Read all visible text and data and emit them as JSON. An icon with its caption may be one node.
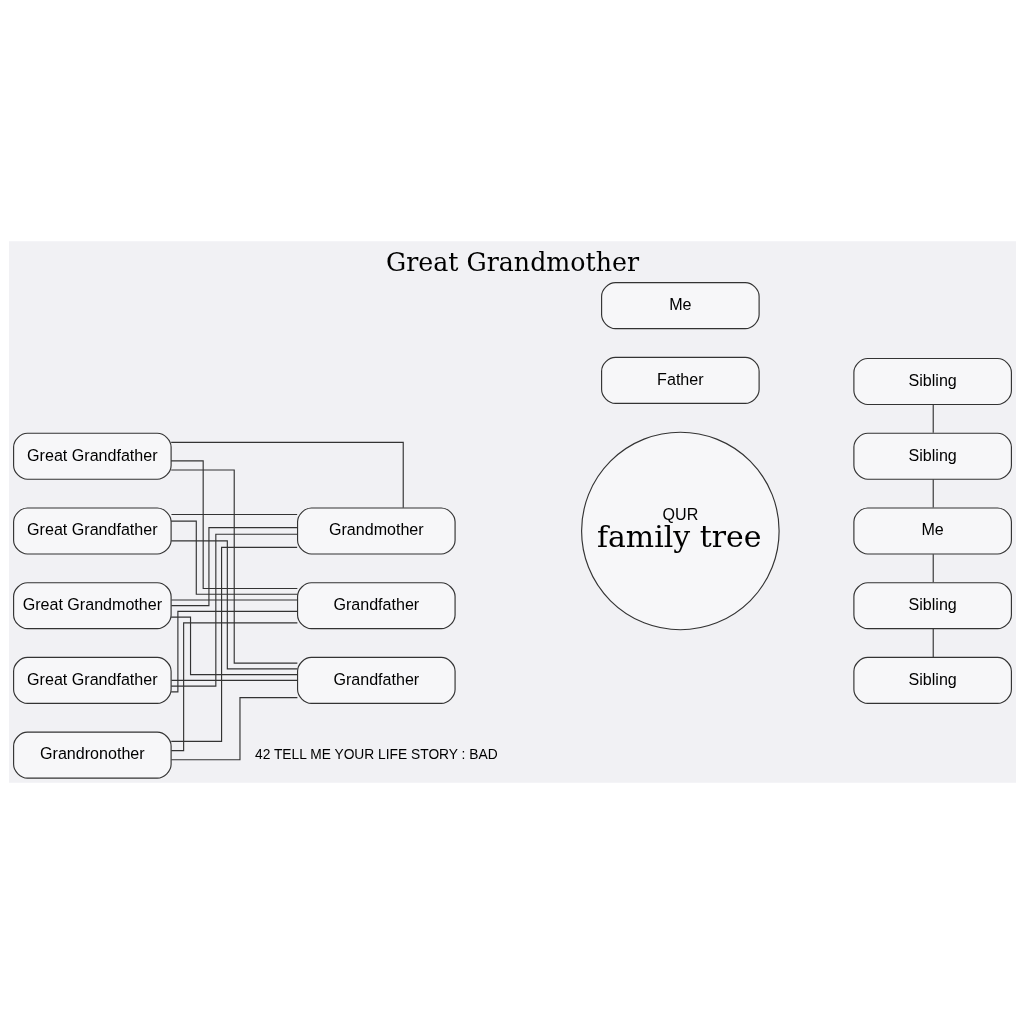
{
  "diagram": {
    "title": "Great Grandmother",
    "nodes": [
      {
        "text": [
          "Great Grandfather"
        ]
      },
      {
        "text": [
          "Great Grandfather"
        ]
      },
      {
        "text": [
          "Great Grandfather"
        ]
      },
      {
        "text": [
          "Great Grandmother"
        ]
      },
      {
        "text": [
          "Grandronother"
        ]
      },
      {
        "text": [
          "Grandfather"
        ]
      },
      {
        "text": [
          "Grandmother"
        ]
      },
      {
        "text": [
          "Grandfather"
        ]
      },
      {
        "text": [
          "Father"
        ]
      },
      {
        "text": [
          "QUR",
          "family tree"
        ]
      },
      {
        "text": [
          "Me"
        ]
      },
      {
        "text": [
          "Sibling"
        ]
      },
      {
        "text": [
          "Sibling"
        ]
      },
      {
        "text": [
          "Me"
        ]
      },
      {
        "text": [
          "Sibling"
        ]
      },
      {
        "text": [
          "Sibling"
        ]
      }
    ],
    "edges": [
      {
        "from": 0,
        "to": 5,
        "arrow": "none"
      },
      {
        "from": 0,
        "to": 6,
        "arrow": "none"
      },
      {
        "from": 0,
        "to": 7,
        "arrow": "none"
      },
      {
        "from": 1,
        "to": 5,
        "arrow": "none"
      },
      {
        "from": 1,
        "to": 6,
        "arrow": "none"
      },
      {
        "from": 1,
        "to": 7,
        "arrow": "none"
      },
      {
        "from": 2,
        "to": 5,
        "arrow": "none"
      },
      {
        "from": 2,
        "to": 6,
        "arrow": "none"
      },
      {
        "from": 2,
        "to": 7,
        "arrow": "none"
      },
      {
        "from": 3,
        "to": 5,
        "arrow": "none"
      },
      {
        "from": 3,
        "to": 6,
        "arrow": "none"
      },
      {
        "from": 3,
        "to": 7,
        "arrow": "none"
      },
      {
        "from": 4,
        "to": 5,
        "arrow": "none"
      },
      {
        "from": 4,
        "to": 6,
        "arrow": "none"
      },
      {
        "from": 4,
        "to": 7,
        "arrow": "none"
      },
      {
        "from": 11,
        "to": 12,
        "arrow": "none"
      },
      {
        "from": 12,
        "to": 13,
        "arrow": "none"
      },
      {
        "from": 13,
        "to": 14,
        "arrow": "none"
      },
      {
        "from": 14,
        "to": 15,
        "arrow": "none"
      }
    ],
    "labels": [
      "42 TELL ME YOUR LIFE STORY : BAD"
    ]
  }
}
